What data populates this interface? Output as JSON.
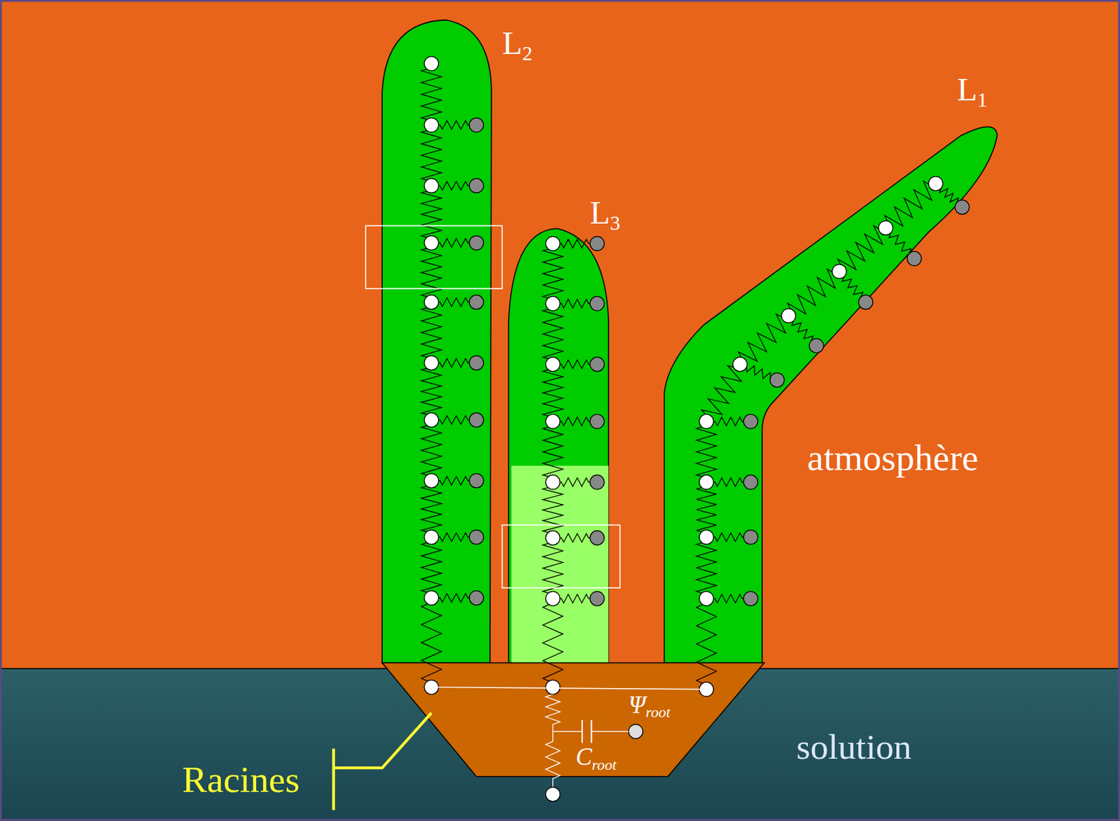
{
  "diagram": {
    "nodes": [
      {
        "text": [
          "atmosphère"
        ]
      },
      {
        "text": [
          "solution"
        ]
      },
      {
        "text": [
          "L2"
        ],
        "in": 0
      },
      {
        "text": [
          "L3"
        ],
        "in": 0
      },
      {
        "text": [
          "L1"
        ],
        "in": 0
      },
      {
        "text": [
          "Ψroot",
          "Croot"
        ],
        "in": 1
      }
    ],
    "labels": [
      "Racines"
    ]
  }
}
